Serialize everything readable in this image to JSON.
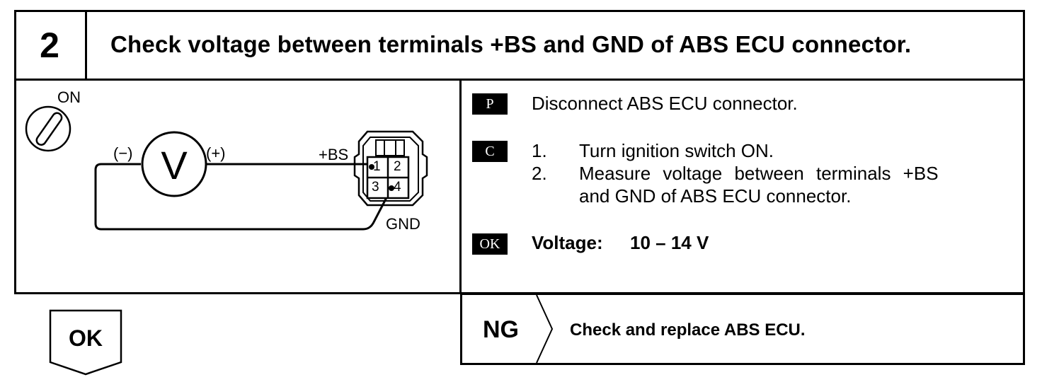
{
  "step": {
    "number": "2",
    "title": "Check voltage between terminals +BS and GND of ABS ECU connector."
  },
  "diagram": {
    "ignition_label": "ON",
    "meter_symbol": "V",
    "neg_label": "(−)",
    "pos_label": "(+)",
    "bs_label": "+BS",
    "gnd_label": "GND",
    "pins": [
      "1",
      "2",
      "3",
      "4"
    ]
  },
  "instructions": {
    "p_tag": "P",
    "p_text": "Disconnect ABS ECU connector.",
    "c_tag": "C",
    "c_steps": [
      {
        "num": "1.",
        "text": "Turn ignition switch ON."
      },
      {
        "num": "2.",
        "text": "Measure voltage between terminals +BS",
        "cont": "and GND of ABS ECU connector."
      }
    ],
    "ok_tag": "OK",
    "ok_label": "Voltage:",
    "ok_value": "10 – 14 V"
  },
  "result_ok": {
    "label": "OK"
  },
  "result_ng": {
    "label": "NG",
    "action": "Check and replace ABS ECU."
  }
}
